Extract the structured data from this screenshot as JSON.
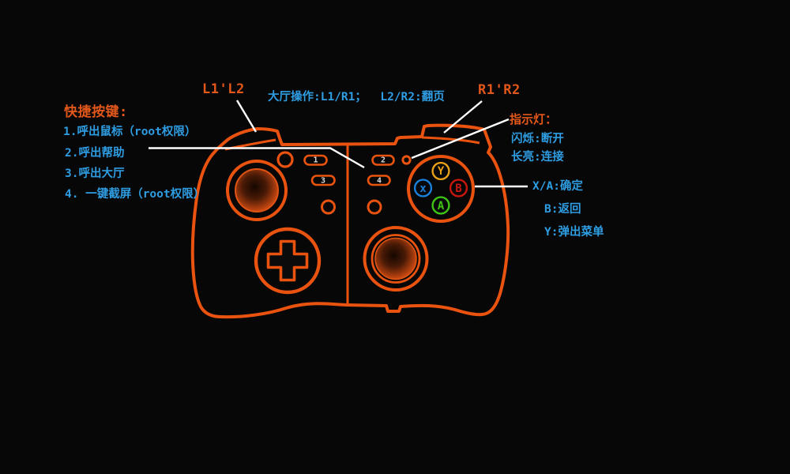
{
  "screen": {
    "background": "#070707"
  },
  "colors": {
    "outline_orange": "#e9530f",
    "orange_text": "#e2571a",
    "blue_text": "#2f9de2",
    "leader_line_white": "#ffffff",
    "button_y_yellow": "#e8a019",
    "button_x_blue": "#1a80db",
    "button_b_red": "#c9170f",
    "button_a_green": "#3ec417"
  },
  "shortcuts": {
    "title": "快捷按键:",
    "items": [
      "1.呼出鼠标（root权限）",
      "2.呼出帮助",
      "3.呼出大厅",
      "4. 一键截屏（root权限）"
    ]
  },
  "triggers": {
    "left": "L1'L2",
    "right": "R1'R2"
  },
  "lobby_hint": "大厅操作:L1/R1；  L2/R2:翻页",
  "indicator": {
    "title": "指示灯：",
    "blink": "闪烁:断开",
    "solid": "长亮:连接"
  },
  "face_button_hints": {
    "confirm": "X/A:确定",
    "back": "B:返回",
    "menu": "Y:弹出菜单"
  },
  "gamepad": {
    "pill_buttons": [
      "1",
      "2",
      "3",
      "4"
    ],
    "face_buttons": {
      "top": "Y",
      "left": "x",
      "right": "B",
      "bottom": "A"
    }
  }
}
